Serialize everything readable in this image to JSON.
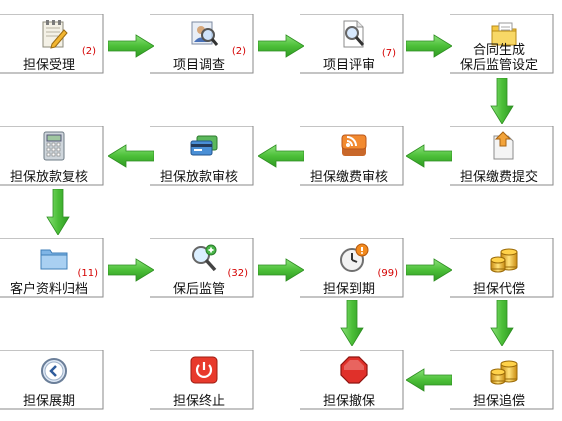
{
  "nodes": [
    {
      "id": "guarantee-accept",
      "label": "担保受理",
      "count": "(2)",
      "icon": "notepad-pencil-icon"
    },
    {
      "id": "project-investigate",
      "label": "项目调查",
      "count": "(2)",
      "icon": "user-magnifier-icon"
    },
    {
      "id": "project-review",
      "label": "项目评审",
      "count": "(7)",
      "icon": "document-search-icon"
    },
    {
      "id": "contract-generate",
      "label": "合同生成",
      "label2": "保后监管设定",
      "count": "",
      "icon": "folder-document-icon"
    },
    {
      "id": "loan-recheck",
      "label": "担保放款复核",
      "count": "",
      "icon": "calculator-icon"
    },
    {
      "id": "loan-review",
      "label": "担保放款审核",
      "count": "",
      "icon": "credit-card-icon"
    },
    {
      "id": "fee-review",
      "label": "担保缴费审核",
      "count": "",
      "icon": "rss-feed-icon"
    },
    {
      "id": "fee-submit",
      "label": "担保缴费提交",
      "count": "",
      "icon": "document-upload-icon"
    },
    {
      "id": "archive",
      "label": "客户资料归档",
      "count": "(11)",
      "icon": "folder-icon"
    },
    {
      "id": "post-monitor",
      "label": "保后监管",
      "count": "(32)",
      "icon": "zoom-in-icon"
    },
    {
      "id": "expire",
      "label": "担保到期",
      "count": "(99)",
      "icon": "clock-alert-icon"
    },
    {
      "id": "compensate",
      "label": "担保代偿",
      "count": "",
      "icon": "coins-icon"
    },
    {
      "id": "extend",
      "label": "担保展期",
      "count": "",
      "icon": "back-clock-icon"
    },
    {
      "id": "terminate",
      "label": "担保终止",
      "count": "",
      "icon": "power-icon"
    },
    {
      "id": "withdraw",
      "label": "担保撤保",
      "count": "",
      "icon": "stop-sign-icon"
    },
    {
      "id": "recover",
      "label": "担保追偿",
      "count": "",
      "icon": "coins-icon"
    }
  ],
  "colors": {
    "arrow": "#4fbf3a",
    "arrow_dark": "#2f9a22",
    "count": "#d40000",
    "frame": "#8a8a8a"
  }
}
